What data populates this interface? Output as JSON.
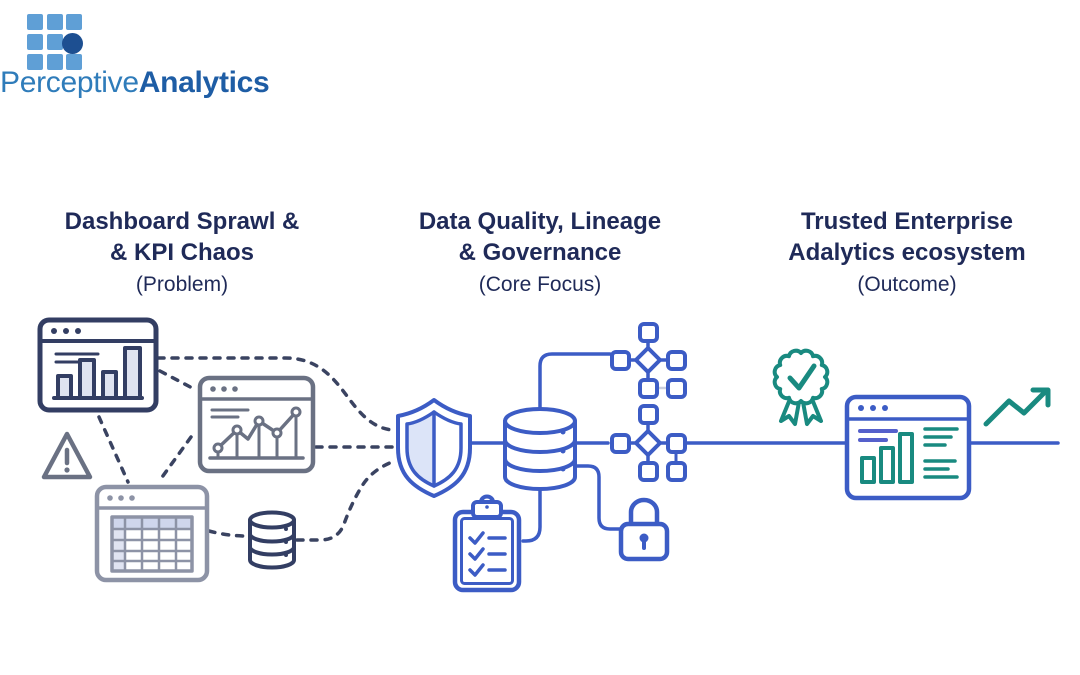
{
  "brand": {
    "name_light": "Perceptive",
    "name_bold": "Analytics"
  },
  "columns": [
    {
      "title_line1": "Dashboard Sprawl &",
      "title_line2": "& KPI Chaos",
      "subtitle": "(Problem)"
    },
    {
      "title_line1": "Data Quality, Lineage",
      "title_line2": "& Governance",
      "subtitle": "(Core Focus)"
    },
    {
      "title_line1": "Trusted Enterprise",
      "title_line2": "Adalytics ecosystem",
      "subtitle": "(Outcome)"
    }
  ],
  "icons": {
    "logo": [
      "logo-grid",
      "logo-dot"
    ],
    "problem": [
      "bar-chart-window-icon",
      "warning-triangle-icon",
      "line-chart-window-icon",
      "data-table-window-icon",
      "small-database-icon"
    ],
    "core_focus": [
      "shield-icon",
      "database-icon",
      "lineage-graph-top-icon",
      "lineage-graph-middle-icon",
      "lock-icon",
      "checklist-clipboard-icon"
    ],
    "outcome": [
      "award-ribbon-icon",
      "dashboard-window-icon",
      "growth-arrow-icon"
    ]
  },
  "colors": {
    "navy_text": "#1f2a58",
    "problem_navy": "#333e63",
    "problem_gray": "#6a7183",
    "problem_gray_light": "#8d93a6",
    "problem_fill": "#dfe3f0",
    "core_blue": "#3c5cc5",
    "core_fill": "#dce4f8",
    "outcome_teal": "#198a80",
    "indigo_accent": "#5560cb",
    "table_header_fill": "#cfd6ec",
    "table_col_fill": "#e0e4f2",
    "logo_square_blue": "#5f9fd6",
    "logo_circle_blue": "#1d4f91",
    "brand_light": "#2f7cba",
    "brand_dark": "#1e5da5",
    "connector_dash": "#3a4361"
  }
}
